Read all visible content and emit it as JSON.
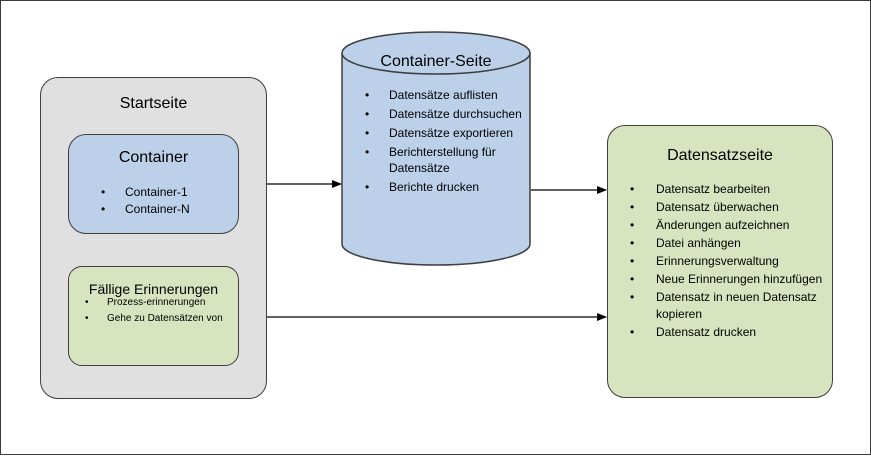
{
  "startseite": {
    "title": "Startseite",
    "container": {
      "title": "Container",
      "items": [
        "Container-1",
        "Container-N"
      ]
    },
    "erinnerungen": {
      "title": "Fällige Erinnerungen",
      "items": [
        "Prozess-erinnerungen",
        "Gehe zu Datensätzen von"
      ]
    }
  },
  "container_seite": {
    "title": "Container-Seite",
    "items": [
      "Datensätze auflisten",
      "Datensätze durchsuchen",
      "Datensätze exportieren",
      "Berichterstellung für Datensätze",
      "Berichte drucken"
    ]
  },
  "datensatzseite": {
    "title": "Datensatzseite",
    "items": [
      "Datensatz bearbeiten",
      "Datensatz überwachen",
      "Änderungen aufzeichnen",
      "Datei anhängen",
      "Erinnerungsverwaltung",
      "Neue Erinnerungen hinzufügen",
      "Datensatz in neuen Datensatz kopieren",
      "Datensatz drucken"
    ]
  },
  "colors": {
    "grey_box": "#e0e0e0",
    "blue_box": "#bcd0ea",
    "green_box": "#d7e4bf",
    "border": "#3f3f3f"
  }
}
